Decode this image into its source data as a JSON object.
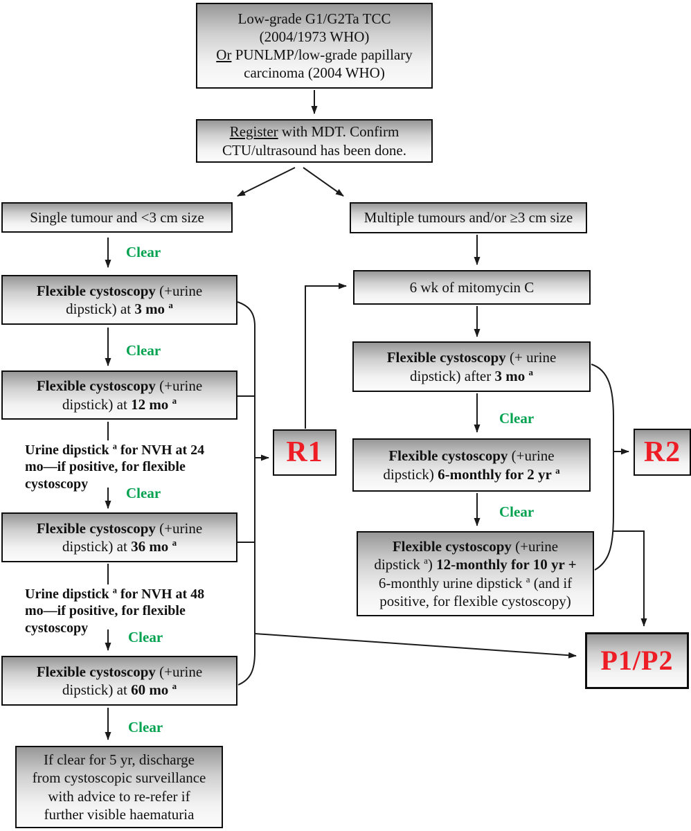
{
  "palette": {
    "clear_green": "#00a24f",
    "ref_red": "#ee1c25",
    "box_border": "#0d0d0d",
    "box_gradient_top": "#979797",
    "box_gradient_bottom": "#fbfbfb",
    "line_color": "#1a1a1a"
  },
  "labels": {
    "clear": "Clear"
  },
  "nodes": {
    "diagnosis": {
      "segments": [
        {
          "t": "Low-grade G1/G2Ta TCC"
        },
        {
          "br": true
        },
        {
          "t": "(2004/1973 WHO)"
        },
        {
          "br": true
        },
        {
          "t": "Or",
          "u": true
        },
        {
          "t": " PUNLMP/low-grade papillary"
        },
        {
          "br": true
        },
        {
          "t": "carcinoma (2004 WHO)"
        }
      ]
    },
    "register": {
      "segments": [
        {
          "t": "Register",
          "u": true
        },
        {
          "t": " with MDT. Confirm"
        },
        {
          "br": true
        },
        {
          "t": "CTU/ultrasound has been done."
        }
      ]
    },
    "single": {
      "segments": [
        {
          "t": "Single tumour and <3 cm size"
        }
      ]
    },
    "multiple": {
      "segments": [
        {
          "t": "Multiple tumours and/or ≥3 cm size"
        }
      ]
    },
    "cysto_3mo": {
      "segments": [
        {
          "t": "Flexible cystoscopy",
          "b": true
        },
        {
          "t": " (+urine"
        },
        {
          "br": true
        },
        {
          "t": "dipstick) at "
        },
        {
          "t": "3 mo",
          "b": true
        },
        {
          "t": " "
        },
        {
          "t": "a",
          "b": true,
          "sup": true
        }
      ]
    },
    "cysto_12mo": {
      "segments": [
        {
          "t": "Flexible cystoscopy",
          "b": true
        },
        {
          "t": " (+urine"
        },
        {
          "br": true
        },
        {
          "t": "dipstick) at "
        },
        {
          "t": "12 mo",
          "b": true
        },
        {
          "t": " "
        },
        {
          "t": "a",
          "b": true,
          "sup": true
        }
      ]
    },
    "nvh_24mo": {
      "segments": [
        {
          "t": "Urine dipstick ",
          "b": true
        },
        {
          "t": "a",
          "b": true,
          "sup": true
        },
        {
          "t": " for NVH at 24",
          "b": true
        },
        {
          "br": true
        },
        {
          "t": "mo—if positive, for flexible",
          "b": true
        },
        {
          "br": true
        },
        {
          "t": "cystoscopy",
          "b": true
        }
      ]
    },
    "cysto_36mo": {
      "segments": [
        {
          "t": "Flexible cystoscopy",
          "b": true
        },
        {
          "t": " (+urine"
        },
        {
          "br": true
        },
        {
          "t": "dipstick) at "
        },
        {
          "t": "36 mo",
          "b": true
        },
        {
          "t": " "
        },
        {
          "t": "a",
          "b": true,
          "sup": true
        }
      ]
    },
    "nvh_48mo": {
      "segments": [
        {
          "t": "Urine dipstick ",
          "b": true
        },
        {
          "t": "a",
          "b": true,
          "sup": true
        },
        {
          "t": " for NVH at 48",
          "b": true
        },
        {
          "br": true
        },
        {
          "t": "mo—if positive, for flexible",
          "b": true
        },
        {
          "br": true
        },
        {
          "t": "cystoscopy",
          "b": true
        }
      ]
    },
    "cysto_60mo": {
      "segments": [
        {
          "t": "Flexible cystoscopy",
          "b": true
        },
        {
          "t": " (+urine"
        },
        {
          "br": true
        },
        {
          "t": "dipstick) at "
        },
        {
          "t": "60 mo",
          "b": true
        },
        {
          "t": " "
        },
        {
          "t": "a",
          "b": true,
          "sup": true
        }
      ]
    },
    "discharge": {
      "segments": [
        {
          "t": "If clear for 5 yr, discharge"
        },
        {
          "br": true
        },
        {
          "t": "from cystoscopic surveillance"
        },
        {
          "br": true
        },
        {
          "t": "with advice to re-refer if"
        },
        {
          "br": true
        },
        {
          "t": "further visible haematuria"
        }
      ]
    },
    "mitomycin": {
      "segments": [
        {
          "t": "6 wk of mitomycin C"
        }
      ]
    },
    "cysto_after_3mo": {
      "segments": [
        {
          "t": "Flexible cystoscopy",
          "b": true
        },
        {
          "t": " (+ urine"
        },
        {
          "br": true
        },
        {
          "t": "dipstick) after "
        },
        {
          "t": "3 mo",
          "b": true
        },
        {
          "t": " "
        },
        {
          "t": "a",
          "b": true,
          "sup": true
        }
      ]
    },
    "cysto_6monthly": {
      "segments": [
        {
          "t": "Flexible cystoscopy",
          "b": true
        },
        {
          "t": " (+urine"
        },
        {
          "br": true
        },
        {
          "t": "dipstick) "
        },
        {
          "t": "6-monthly for 2 yr",
          "b": true
        },
        {
          "t": " "
        },
        {
          "t": "a",
          "b": true,
          "sup": true
        }
      ]
    },
    "cysto_12monthly": {
      "segments": [
        {
          "t": "Flexible cystoscopy",
          "b": true
        },
        {
          "t": " (+urine"
        },
        {
          "br": true
        },
        {
          "t": "dipstick "
        },
        {
          "t": "a",
          "sup": true
        },
        {
          "t": ") "
        },
        {
          "t": "12-monthly for 10 yr +",
          "b": true
        },
        {
          "br": true
        },
        {
          "t": "6-monthly urine dipstick "
        },
        {
          "t": "a",
          "sup": true
        },
        {
          "t": " (and if"
        },
        {
          "br": true
        },
        {
          "t": "positive, for flexible cystoscopy)"
        }
      ]
    },
    "r1": {
      "label": "R1"
    },
    "r2": {
      "label": "R2"
    },
    "p1p2": {
      "label": "P1/P2"
    }
  }
}
